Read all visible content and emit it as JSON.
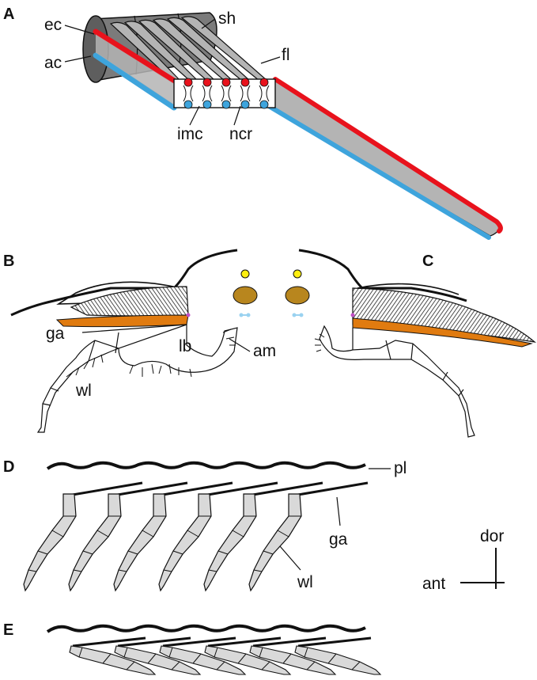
{
  "panels": {
    "A": {
      "letter": "A",
      "labels": {
        "ec": "ec",
        "ac": "ac",
        "sh": "sh",
        "fl": "fl",
        "imc": "imc",
        "ncr": "ncr"
      },
      "colors": {
        "efferent": "#e8121c",
        "afferent": "#3ea4dc",
        "filament": "#b4b4b4",
        "shaft": "#6d6d6d"
      }
    },
    "B": {
      "letter": "B",
      "labels": {
        "ga": "ga",
        "lb": "lb",
        "wl": "wl",
        "am": "am"
      }
    },
    "C": {
      "letter": "C"
    },
    "D": {
      "letter": "D",
      "labels": {
        "pl": "pl",
        "ga": "ga",
        "wl": "wl"
      }
    },
    "E": {
      "letter": "E"
    }
  },
  "orientation": {
    "dorsal": "dor",
    "anterior": "ant"
  },
  "colors": {
    "gill_lamellae": "#e07b10",
    "eye": "#b8861e",
    "ocellus": "#ffef10",
    "spot": "#9ad2f0",
    "limb_fill": "#d9d9d9",
    "outline": "#111111"
  }
}
